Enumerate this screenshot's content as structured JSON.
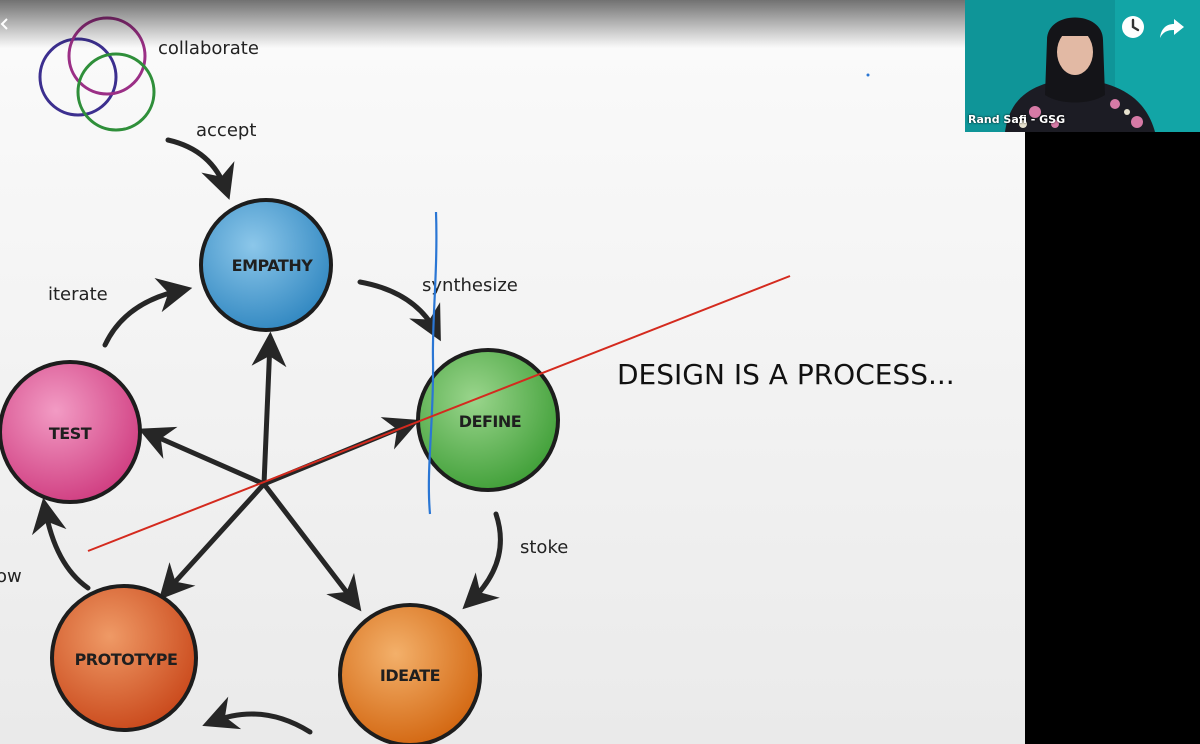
{
  "slide": {
    "title": "DESIGN IS A PROCESS...",
    "stages": {
      "empathy": {
        "label": "EMPATHY",
        "color": "#3f97cc"
      },
      "define": {
        "label": "DEFINE",
        "color": "#56b64a"
      },
      "ideate": {
        "label": "IDEATE",
        "color": "#e0781e"
      },
      "prototype": {
        "label": "PROTOTYPE",
        "color": "#d95a22"
      },
      "test": {
        "label": "TEST",
        "color": "#de4f91"
      }
    },
    "arrow_labels": {
      "collaborate": "collaborate",
      "accept": "accept",
      "synthesize": "synthesize",
      "iterate": "iterate",
      "stoke": "stoke",
      "ow": "ow"
    },
    "annotation_colors": {
      "red": "#d42a1e",
      "blue": "#2a76d4"
    }
  },
  "video": {
    "participant_name": "Rand Safi - GSG",
    "controls": [
      "clock-icon",
      "share-icon",
      "back-icon"
    ]
  }
}
